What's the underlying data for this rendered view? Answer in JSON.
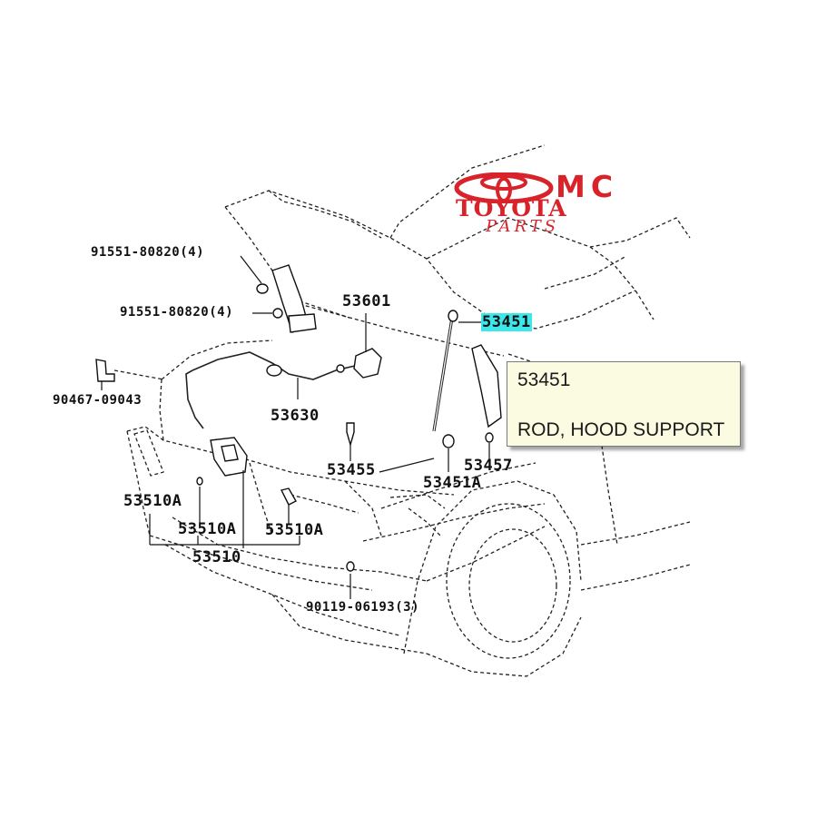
{
  "logo": {
    "mc": "MC",
    "toyota": "TOYOTA",
    "parts": "PARTS",
    "color": "#d9232a"
  },
  "callouts": {
    "hinge_bolt_upper": "91551-80820(4)",
    "hinge_bolt_lower": "91551-80820(4)",
    "clip": "90467-09043",
    "release_lever": "53601",
    "release_cable": "53630",
    "hood_support_rod": "53451",
    "hood_support_bracket": "53451A",
    "stop_cushion": "53455",
    "bracket_clip": "53457",
    "lock_left": "53510A",
    "lock_mid": "53510A",
    "lock_right": "53510A",
    "lock_assembly": "53510",
    "lock_bolt": "90119-06193(3)"
  },
  "selected_callout_color": "#3de6ea",
  "tooltip": {
    "part_number": "53451",
    "description": "ROD, HOOD SUPPORT"
  }
}
